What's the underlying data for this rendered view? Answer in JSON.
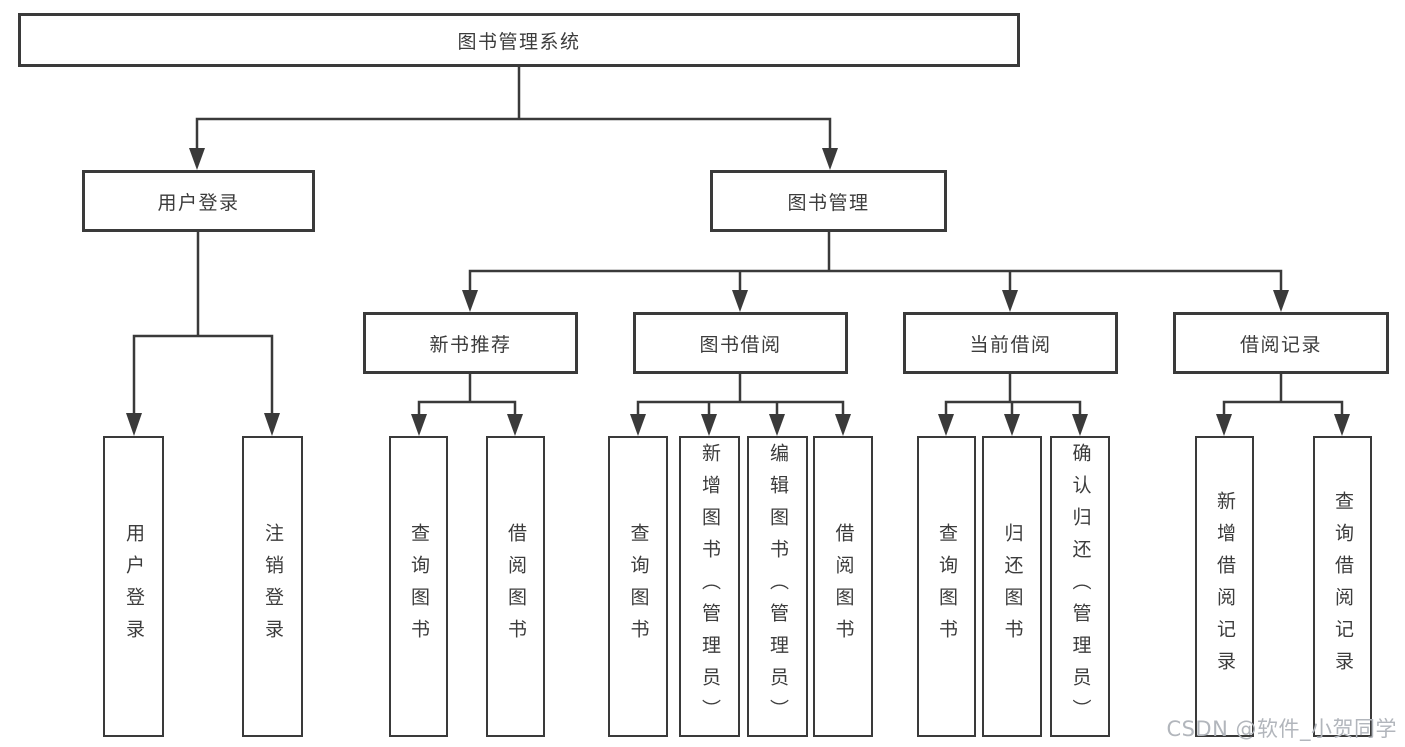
{
  "diagram": {
    "root": {
      "label": "图书管理系统"
    },
    "branches": [
      {
        "label": "用户登录",
        "leaves": [
          {
            "label": "用户登录"
          },
          {
            "label": "注销登录"
          }
        ]
      },
      {
        "label": "图书管理",
        "groups": [
          {
            "label": "新书推荐",
            "leaves": [
              {
                "label": "查询图书"
              },
              {
                "label": "借阅图书"
              }
            ]
          },
          {
            "label": "图书借阅",
            "leaves": [
              {
                "label": "查询图书"
              },
              {
                "label": "新增图书（管理员）"
              },
              {
                "label": "编辑图书（管理员）"
              },
              {
                "label": "借阅图书"
              }
            ]
          },
          {
            "label": "当前借阅",
            "leaves": [
              {
                "label": "查询图书"
              },
              {
                "label": "归还图书"
              },
              {
                "label": "确认归还（管理员）"
              }
            ]
          },
          {
            "label": "借阅记录",
            "leaves": [
              {
                "label": "新增借阅记录"
              },
              {
                "label": "查询借阅记录"
              }
            ]
          }
        ]
      }
    ],
    "colors": {
      "line": "#3a3a3a",
      "text": "#3c3c3c",
      "background": "#ffffff",
      "watermark": "#b2b6bc"
    }
  },
  "watermark": {
    "text": "CSDN @软件_小贺同学"
  }
}
